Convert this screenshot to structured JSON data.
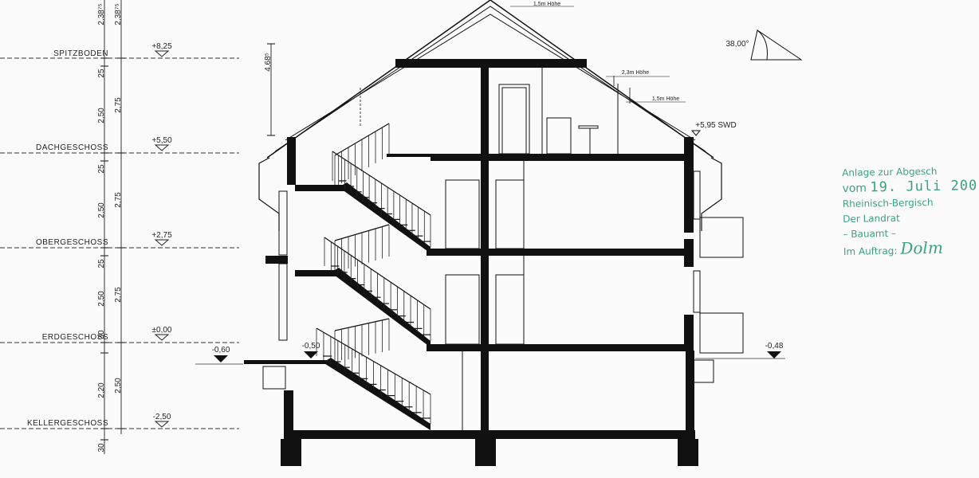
{
  "levels": [
    {
      "name": "SPITZBODEN",
      "elevation": "+8,25"
    },
    {
      "name": "DACHGESCHOSS",
      "elevation": "+5,50"
    },
    {
      "name": "OBERGESCHOSS",
      "elevation": "+2,75"
    },
    {
      "name": "ERDGESCHOSS",
      "elevation": "±0,00"
    },
    {
      "name": "KELLERGESCHOSS",
      "elevation": "-2,50"
    }
  ],
  "dimensions": {
    "outer": [
      "2,38⁷⁵",
      "25",
      "2,50",
      "25",
      "2,50",
      "25",
      "2,50",
      "30",
      "2,20",
      "30"
    ],
    "inner": [
      "2,38⁷⁵",
      "2,75",
      "2,75",
      "2,75",
      "2,50"
    ],
    "roof_height": "4,68⁵"
  },
  "annotations": {
    "roof_angle": "38,00°",
    "height_15_top": "1,5m Höhe",
    "height_23": "2,3m Höhe",
    "height_15_right": "1,5m Höhe",
    "eaves": "+5,95 SWD",
    "ground_left": "-0,60",
    "ground_entry": "-0,50",
    "ground_right": "-0,48"
  },
  "stamp": {
    "line1": "Anlage zur Abgesch",
    "date_prefix": "vom",
    "date_value": "19. Juli 200",
    "line3": "Rheinisch-Bergisch",
    "line4": "Der Landrat",
    "line5": "– Bauamt –",
    "line6": "Im Auftrag:",
    "signature": "Dolm"
  },
  "colors": {
    "ink": "#111111",
    "stamp": "#3aa37a",
    "paper": "#fbfbfb"
  }
}
